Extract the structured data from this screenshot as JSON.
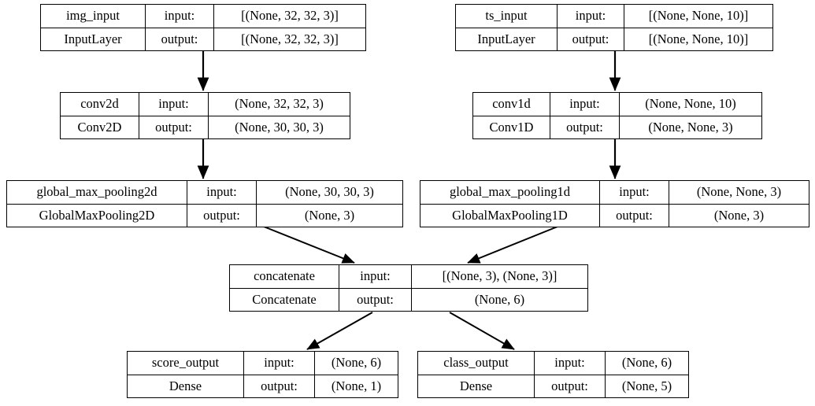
{
  "diagram": {
    "type": "keras-model-plot",
    "title": "",
    "background_color": "#ffffff",
    "line_color": "#000000",
    "labels": {
      "input": "input:",
      "output": "output:"
    },
    "nodes": [
      {
        "id": "img_input",
        "name": "img_input",
        "class_name": "InputLayer",
        "input_label": "input:",
        "output_label": "output:",
        "input_shape": "[(None, 32, 32, 3)]",
        "output_shape": "[(None, 32, 32, 3)]"
      },
      {
        "id": "ts_input",
        "name": "ts_input",
        "class_name": "InputLayer",
        "input_label": "input:",
        "output_label": "output:",
        "input_shape": "[(None, None, 10)]",
        "output_shape": "[(None, None, 10)]"
      },
      {
        "id": "conv2d",
        "name": "conv2d",
        "class_name": "Conv2D",
        "input_label": "input:",
        "output_label": "output:",
        "input_shape": "(None, 32, 32, 3)",
        "output_shape": "(None, 30, 30, 3)"
      },
      {
        "id": "conv1d",
        "name": "conv1d",
        "class_name": "Conv1D",
        "input_label": "input:",
        "output_label": "output:",
        "input_shape": "(None, None, 10)",
        "output_shape": "(None, None, 3)"
      },
      {
        "id": "global_max_pooling2d",
        "name": "global_max_pooling2d",
        "class_name": "GlobalMaxPooling2D",
        "input_label": "input:",
        "output_label": "output:",
        "input_shape": "(None, 30, 30, 3)",
        "output_shape": "(None, 3)"
      },
      {
        "id": "global_max_pooling1d",
        "name": "global_max_pooling1d",
        "class_name": "GlobalMaxPooling1D",
        "input_label": "input:",
        "output_label": "output:",
        "input_shape": "(None, None, 3)",
        "output_shape": "(None, 3)"
      },
      {
        "id": "concatenate",
        "name": "concatenate",
        "class_name": "Concatenate",
        "input_label": "input:",
        "output_label": "output:",
        "input_shape": "[(None, 3), (None, 3)]",
        "output_shape": "(None, 6)"
      },
      {
        "id": "score_output",
        "name": "score_output",
        "class_name": "Dense",
        "input_label": "input:",
        "output_label": "output:",
        "input_shape": "(None, 6)",
        "output_shape": "(None, 1)"
      },
      {
        "id": "class_output",
        "name": "class_output",
        "class_name": "Dense",
        "input_label": "input:",
        "output_label": "output:",
        "input_shape": "(None, 6)",
        "output_shape": "(None, 5)"
      }
    ],
    "edges": [
      {
        "from": "img_input",
        "to": "conv2d"
      },
      {
        "from": "ts_input",
        "to": "conv1d"
      },
      {
        "from": "conv2d",
        "to": "global_max_pooling2d"
      },
      {
        "from": "conv1d",
        "to": "global_max_pooling1d"
      },
      {
        "from": "global_max_pooling2d",
        "to": "concatenate"
      },
      {
        "from": "global_max_pooling1d",
        "to": "concatenate"
      },
      {
        "from": "concatenate",
        "to": "score_output"
      },
      {
        "from": "concatenate",
        "to": "class_output"
      }
    ]
  }
}
